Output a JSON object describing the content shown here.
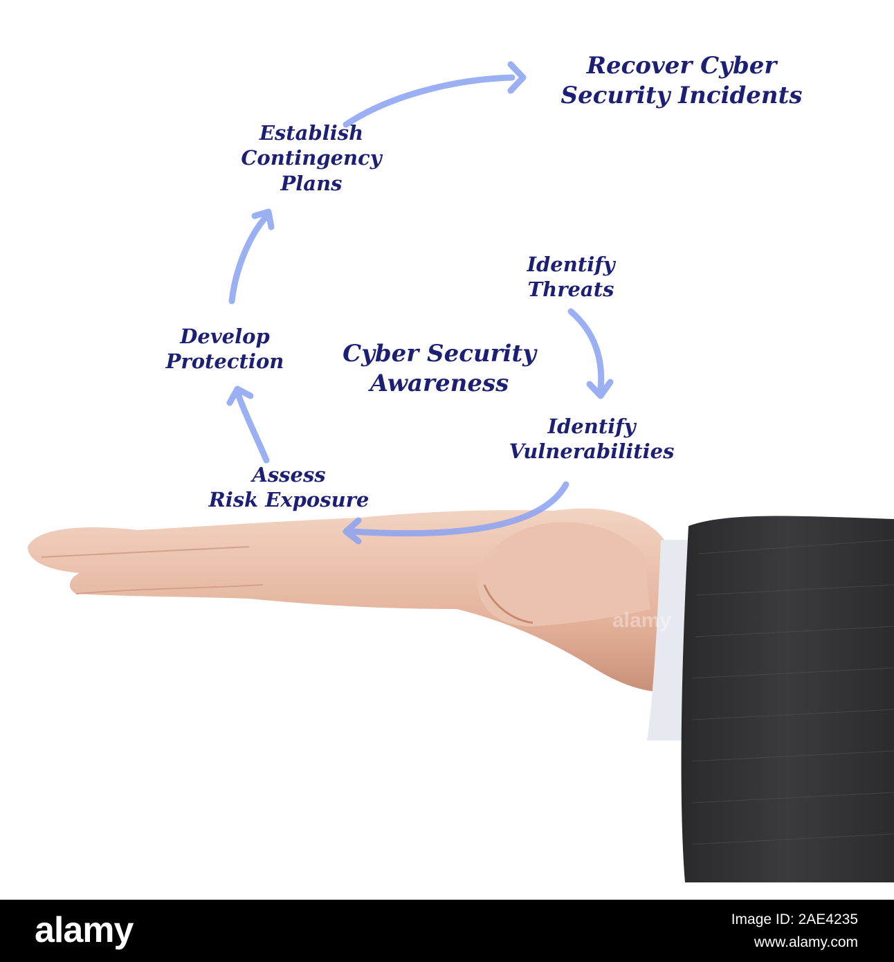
{
  "diagram": {
    "center_label": "Cyber Security\nAwareness",
    "steps": [
      {
        "id": "identify-threats",
        "label": "Identify\nThreats"
      },
      {
        "id": "identify-vulnerabilities",
        "label": "Identify\nVulnerabilities"
      },
      {
        "id": "assess-risk-exposure",
        "label": "Assess\nRisk Exposure"
      },
      {
        "id": "develop-protection",
        "label": "Develop\nProtection"
      },
      {
        "id": "establish-contingency-plans",
        "label": "Establish\nContingency\nPlans"
      },
      {
        "id": "recover-incidents",
        "label": "Recover Cyber\nSecurity Incidents"
      }
    ],
    "arrow_color": "#8aa2f2",
    "text_color": "#1c1f74"
  },
  "footer": {
    "brand": "alamy",
    "image_id": "Image ID: 2AE4235",
    "url": "www.alamy.com",
    "watermark": "alamy",
    "background": "#000000"
  }
}
